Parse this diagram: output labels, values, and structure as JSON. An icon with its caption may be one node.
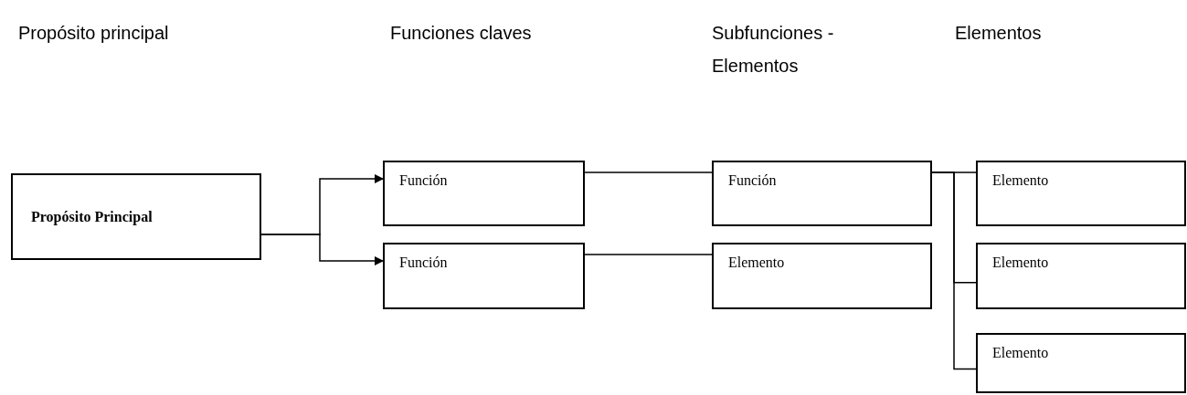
{
  "diagram": {
    "nodes": [
      {
        "text": [
          "Propósito Principal"
        ]
      },
      {
        "text": [
          "Función"
        ]
      },
      {
        "text": [
          "Función"
        ]
      },
      {
        "text": [
          "Función"
        ]
      },
      {
        "text": [
          "Elemento"
        ]
      },
      {
        "text": [
          "Elemento"
        ]
      },
      {
        "text": [
          "Elemento"
        ]
      },
      {
        "text": [
          "Elemento"
        ]
      }
    ],
    "edges": [
      {
        "from": 0,
        "to": 1,
        "arrow": "to"
      },
      {
        "from": 0,
        "to": 2,
        "arrow": "to"
      },
      {
        "from": 1,
        "to": 3,
        "arrow": "none"
      },
      {
        "from": 2,
        "to": 4,
        "arrow": "none"
      },
      {
        "from": 3,
        "to": 5,
        "arrow": "none"
      },
      {
        "from": 3,
        "to": 6,
        "arrow": "none"
      },
      {
        "from": 3,
        "to": 7,
        "arrow": "none"
      }
    ],
    "labels": [
      "Propósito principal",
      "Funciones claves",
      "Subfunciones - Elementos",
      "Elementos"
    ]
  }
}
